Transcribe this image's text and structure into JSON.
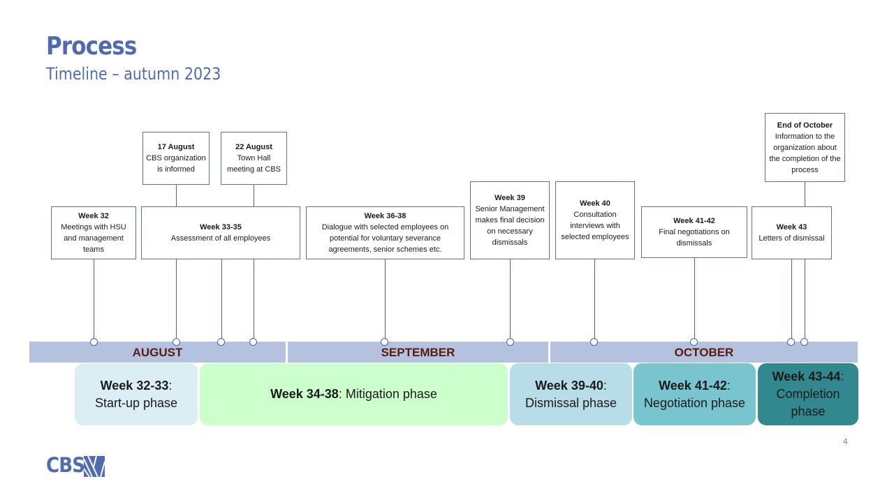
{
  "header": {
    "title": "Process",
    "subtitle": "Timeline – autumn 2023"
  },
  "events": {
    "e17aug": {
      "week": "17 August",
      "text": "CBS organization is informed"
    },
    "e22aug": {
      "week": "22 August",
      "text": "Town Hall meeting at CBS"
    },
    "eoct": {
      "week": "End of October",
      "text": "Information to the organization about the completion of the process"
    },
    "w32": {
      "week": "Week 32",
      "text": "Meetings with HSU and management teams"
    },
    "w3335": {
      "week": "Week 33-35",
      "text": "Assessment of all employees"
    },
    "w3638": {
      "week": "Week 36-38",
      "text": "Dialogue with selected employees on potential for voluntary severance agreements, senior schemes etc."
    },
    "w39": {
      "week": "Week 39",
      "text": "Senior Management makes final decision on necessary dismissals"
    },
    "w40": {
      "week": "Week 40",
      "text": "Consultation interviews with selected employees"
    },
    "w4142": {
      "week": "Week 41-42",
      "text": "Final negotiations on dismissals"
    },
    "w43": {
      "week": "Week 43",
      "text": "Letters of dismissal"
    }
  },
  "months": {
    "august": "AUGUST",
    "september": "SEPTEMBER",
    "october": "OCTOBER"
  },
  "phases": {
    "p1": {
      "weeks": "Week 32-33",
      "sep": ":",
      "name": "Start-up phase",
      "color": "#daeef3"
    },
    "p2": {
      "weeks": "Week 34-38",
      "sep": ":",
      "name": "Mitigation phase",
      "color": "#ccffcc"
    },
    "p3": {
      "weeks": "Week 39-40",
      "sep": ":",
      "name": "Dismissal phase",
      "color": "#b7dde8"
    },
    "p4": {
      "weeks": "Week 41-42",
      "sep": ":",
      "name": "Negotiation phase",
      "color": "#78c4cf"
    },
    "p5": {
      "weeks": "Week 43-44",
      "sep": ":",
      "name": "Completion phase",
      "color": "#31888f"
    }
  },
  "colors": {
    "accent": "#4f6cb0",
    "month_bar": "#b4c2e0",
    "month_text": "#5a1a10",
    "connector": "#4a5fb0"
  },
  "footer": {
    "page_number": "4",
    "logo_text": "CBS"
  }
}
